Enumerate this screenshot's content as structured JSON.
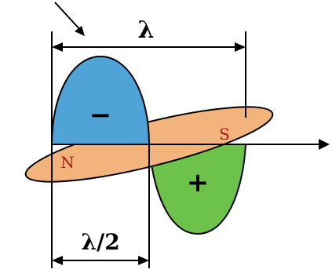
{
  "diagram": {
    "wavelength_label": "λ",
    "half_wavelength_label": "λ/2",
    "negative_sign": "−",
    "positive_sign": "+",
    "north_pole_label": "N",
    "south_pole_label": "S"
  },
  "colors": {
    "negative_lobe": "#4fa3d6",
    "positive_lobe": "#6cc24a",
    "magnet_body": "#f3b37c",
    "lines": "#000000",
    "pole_text": "#a0201a"
  }
}
